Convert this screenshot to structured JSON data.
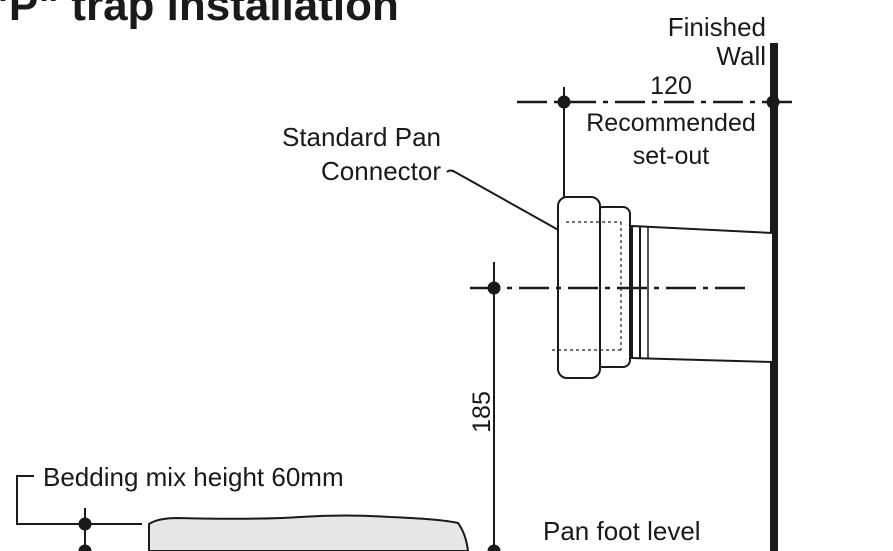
{
  "title": "\"P\" trap installation",
  "labels": {
    "finished_wall_line1": "Finished",
    "finished_wall_line2": "Wall",
    "setout_value": "120",
    "setout_line1": "Recommended",
    "setout_line2": "set-out",
    "connector_line1": "Standard Pan",
    "connector_line2": "Connector",
    "height_value": "185",
    "bedding": "Bedding mix height 60mm",
    "pan_foot": "Pan foot level"
  },
  "colors": {
    "ink": "#1a1a1a",
    "bedding_fill": "#e6e6e6",
    "background": "#ffffff"
  }
}
